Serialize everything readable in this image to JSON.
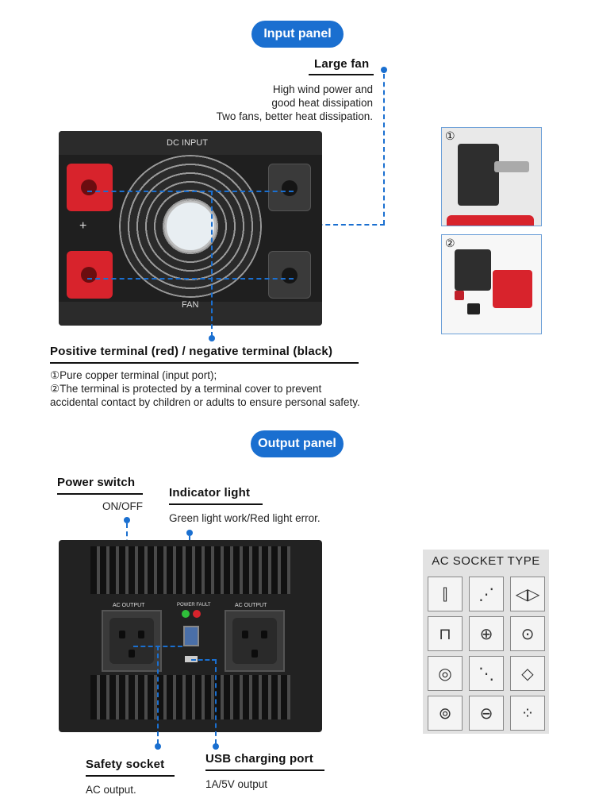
{
  "input_panel": {
    "pill_label": "Input panel",
    "large_fan": {
      "heading": "Large fan",
      "desc_lines": [
        "High wind power and",
        "good heat dissipation",
        "Two fans, better heat dissipation."
      ]
    },
    "inverter_labels": {
      "dc_input": "DC INPUT",
      "fan": "FAN",
      "plus": "+"
    },
    "terminals": {
      "heading": "Positive terminal (red) / negative terminal (black)",
      "desc_lines": [
        "①Pure copper terminal (input port);",
        "②The terminal is protected by a terminal cover to prevent",
        "accidental contact by children or adults to ensure personal safety."
      ]
    },
    "side_images": {
      "badge_1": "①",
      "badge_2": "②"
    }
  },
  "output_panel": {
    "pill_label": "Output panel",
    "power_switch": {
      "heading": "Power switch",
      "desc": "ON/OFF"
    },
    "indicator_light": {
      "heading": "Indicator light",
      "desc": "Green light work/Red light error."
    },
    "safety_socket": {
      "heading": "Safety socket",
      "desc": "AC output."
    },
    "usb_port": {
      "heading": "USB charging port",
      "desc": "1A/5V output"
    },
    "inverter_labels": {
      "ac_output_left": "AC OUTPUT",
      "ac_output_right": "AC OUTPUT",
      "power_fault": "POWER  FAULT"
    }
  },
  "ac_socket_type": {
    "title": "AC SOCKET TYPE",
    "icons": [
      "plug-type-a-icon",
      "plug-type-i-icon",
      "plug-type-universal-icon",
      "plug-type-g-icon",
      "plug-type-e-icon",
      "plug-type-j-icon",
      "plug-type-f-round-icon",
      "plug-type-i-small-icon",
      "plug-type-c-icon",
      "plug-type-k-icon",
      "plug-type-schuko-icon",
      "plug-type-d-icon"
    ],
    "glyphs": [
      "⫿",
      "⋰",
      "◁▷",
      "⊓",
      "⊕",
      "⊙",
      "◎",
      "⋱",
      "◇",
      "⊚",
      "⊖",
      "⁘"
    ]
  },
  "colors": {
    "accent": "#1a6fd0",
    "terminal_red": "#d8232c",
    "terminal_black": "#3a3a3a"
  }
}
